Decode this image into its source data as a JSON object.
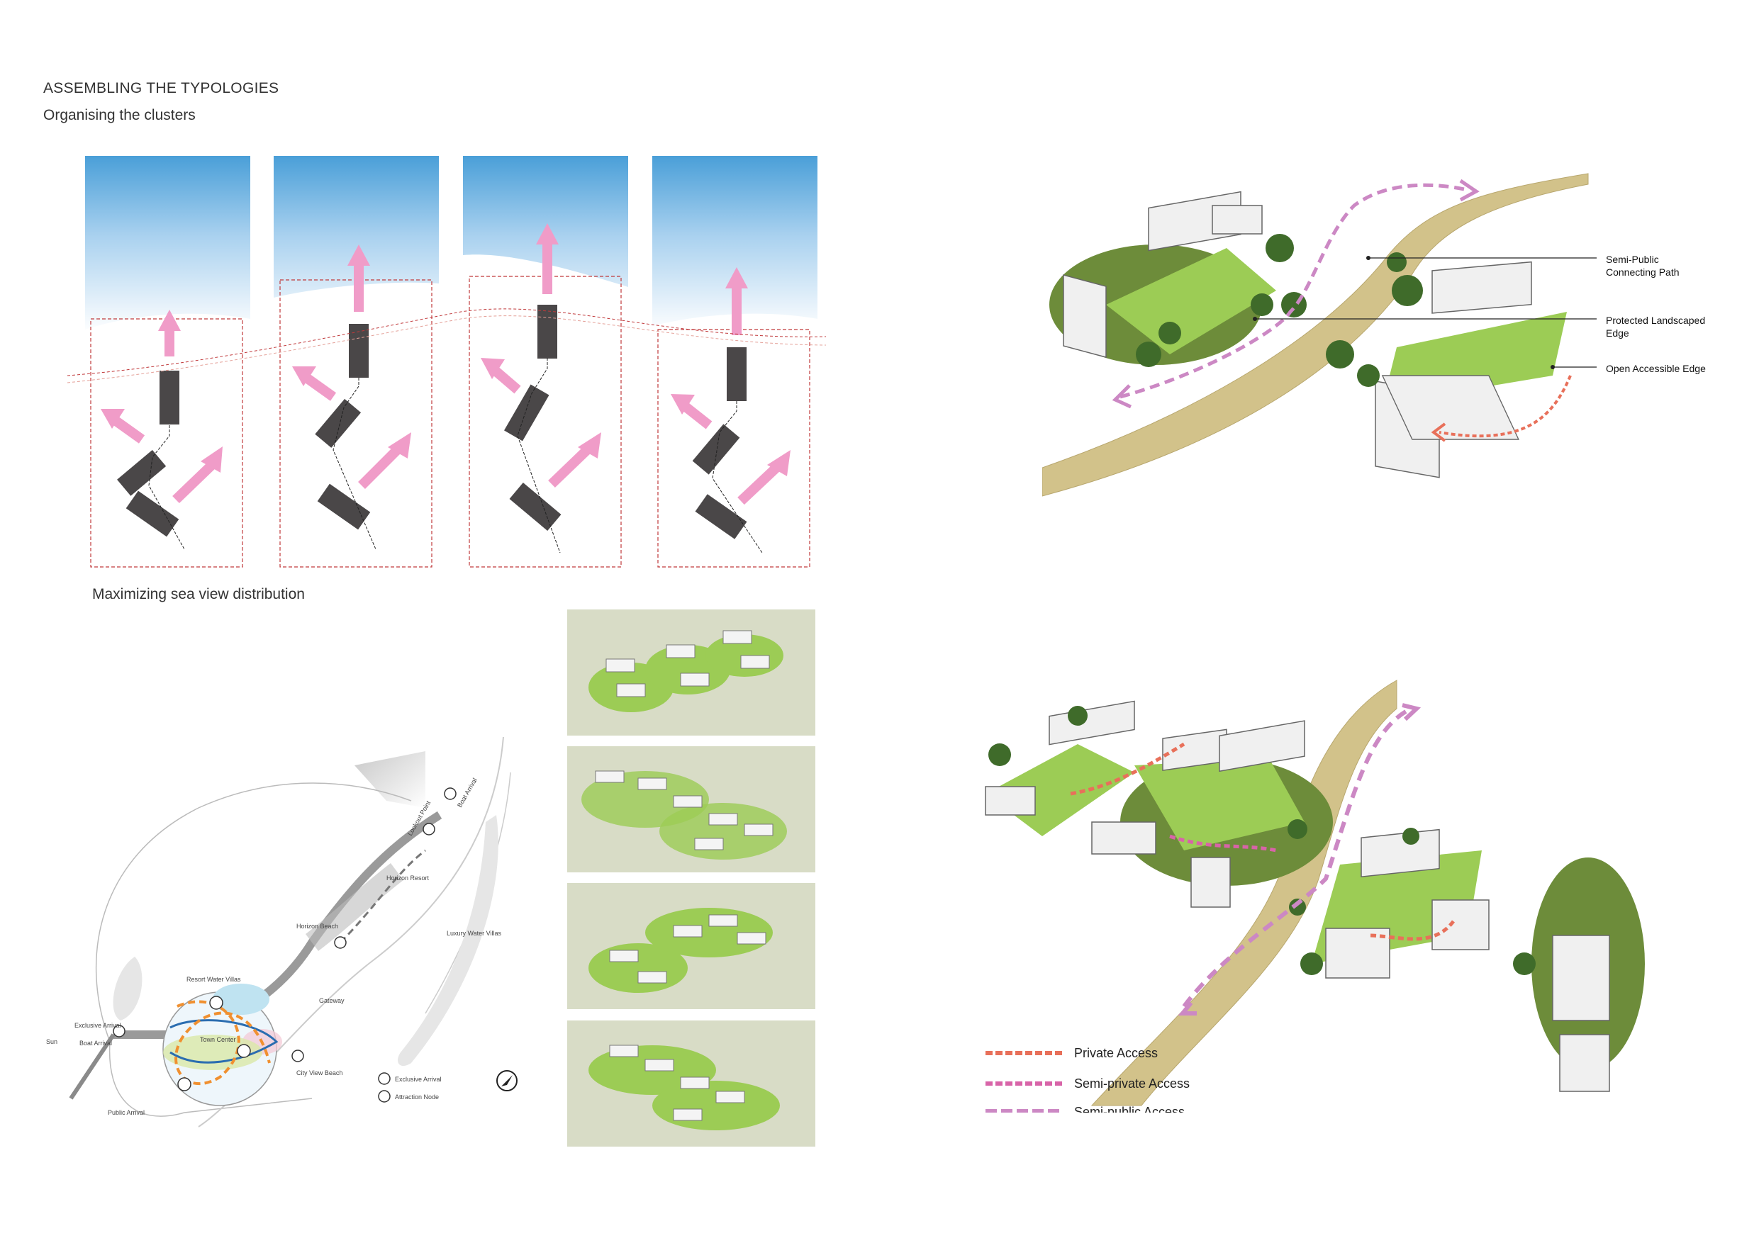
{
  "header": {
    "title": "ASSEMBLING THE TYPOLOGIES",
    "subtitle": "Organising the clusters"
  },
  "seaview": {
    "caption": "Maximizing sea view distribution",
    "panels": 4
  },
  "callouts": {
    "semi_public_path": [
      "Semi-Public",
      "Connecting Path"
    ],
    "protected_edge": [
      "Protected Landscaped",
      "Edge"
    ],
    "open_edge": "Open Accessible Edge"
  },
  "legend": {
    "items": [
      {
        "label": "Private Access",
        "color": "#e8705a"
      },
      {
        "label": "Semi-private Access",
        "color": "#d864a8"
      },
      {
        "label": "Semi-public Access",
        "color": "#cc88c4"
      }
    ]
  },
  "map": {
    "labels": {
      "sun": "Sun",
      "lookout": "Lookout Point",
      "boat_arrival_top": "Boat Arrival",
      "horizon_resort": "Horizon Resort",
      "horizon_beach": "Horizon Beach",
      "luxury_villas": "Luxury Water Villas",
      "resort_villas": "Resort Water Villas",
      "gateway": "Gateway",
      "town_center": "Town Center",
      "exclusive_arrival": "Exclusive Arrival",
      "boat_arrival": "Boat Arrival",
      "public_arrival": "Public Arrival",
      "city_view_beach": "City View Beach"
    },
    "key": {
      "exclusive_arrival": "Exclusive Arrival",
      "attraction_node": "Attraction Node"
    }
  },
  "colors": {
    "sky": "#4a9fd8",
    "arrow_pink": "#f09cc8",
    "block": "#4a4748",
    "path_tan": "#d2c28a",
    "grass": "#9ccc55",
    "cluster_bg": "#d8dcc6"
  }
}
